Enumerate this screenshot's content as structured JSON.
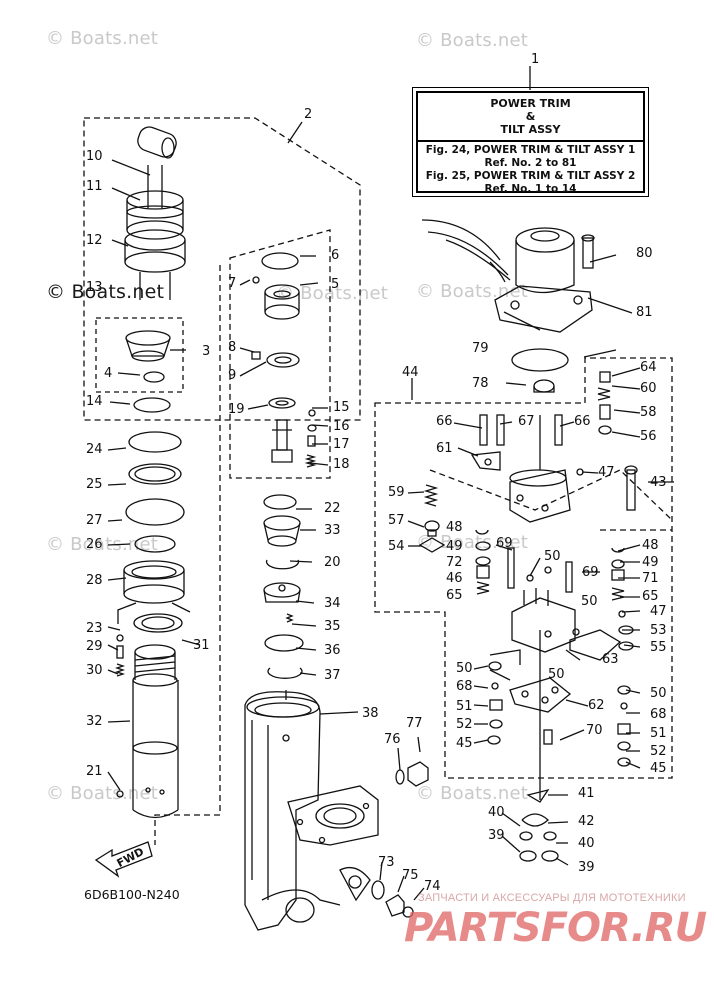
{
  "watermarks": [
    "© Boats.net",
    "© Boats.net",
    "© Boats.net",
    "© Boats.net",
    "© Boats.net",
    "© Boats.net",
    "© Boats.net",
    "© Boats.net"
  ],
  "watermark_overlay": "© Boats.net",
  "title_box": {
    "line1": "POWER TRIM",
    "line2": "&",
    "line3": "TILT ASSY",
    "line4": "Fig. 24, POWER TRIM & TILT ASSY 1",
    "line5": "Ref. No. 2 to 81",
    "line6": "Fig. 25, POWER TRIM & TILT ASSY 2",
    "line7": "Ref. No. 1 to 14"
  },
  "callouts": [
    "1",
    "2",
    "3",
    "4",
    "5",
    "6",
    "7",
    "8",
    "9",
    "10",
    "11",
    "12",
    "13",
    "14",
    "15",
    "16",
    "17",
    "18",
    "19",
    "20",
    "21",
    "22",
    "23",
    "24",
    "25",
    "26",
    "27",
    "28",
    "29",
    "30",
    "31",
    "32",
    "33",
    "34",
    "35",
    "36",
    "37",
    "38",
    "39",
    "39",
    "40",
    "40",
    "41",
    "42",
    "43",
    "44",
    "45",
    "45",
    "46",
    "47",
    "47",
    "48",
    "48",
    "49",
    "49",
    "50",
    "50",
    "50",
    "50",
    "50",
    "51",
    "51",
    "52",
    "52",
    "53",
    "54",
    "55",
    "56",
    "57",
    "58",
    "59",
    "60",
    "61",
    "62",
    "63",
    "64",
    "65",
    "65",
    "66",
    "66",
    "67",
    "68",
    "68",
    "69",
    "69",
    "70",
    "71",
    "72",
    "73",
    "74",
    "75",
    "76",
    "77",
    "78",
    "79",
    "80",
    "81"
  ],
  "fwd_label": "FWD",
  "figure_code": "6D6B100-N240",
  "partner_tagline": "ЗАПЧАСТИ И АКСЕССУАРЫ ДЛЯ МОТОТЕХНИКИ",
  "partner_logo": "PARTSFOR.RU",
  "colors": {
    "ink": "#111111",
    "watermark": "#c9c9c9",
    "logo": "#e06464"
  }
}
